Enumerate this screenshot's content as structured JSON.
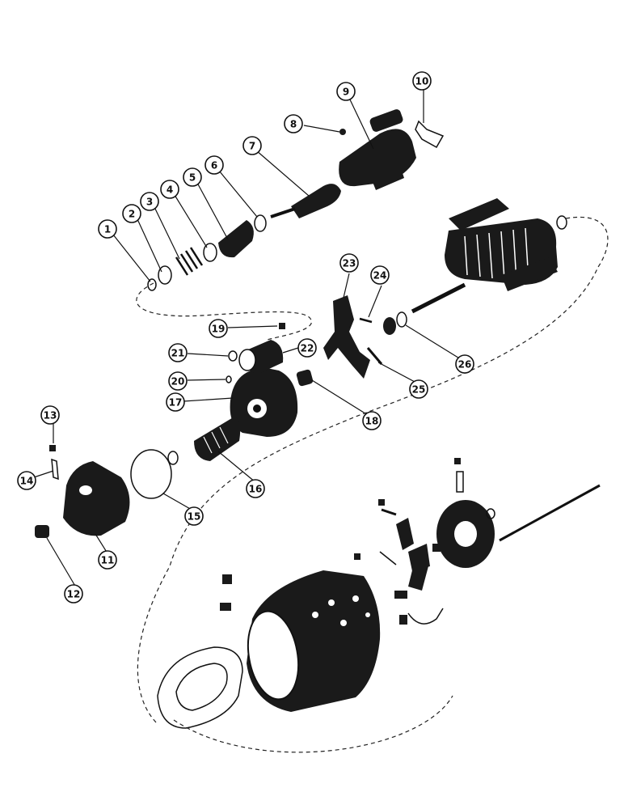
{
  "diagram": {
    "callouts": [
      {
        "id": "callout-1",
        "label": "1"
      },
      {
        "id": "callout-2",
        "label": "2"
      },
      {
        "id": "callout-3",
        "label": "3"
      },
      {
        "id": "callout-4",
        "label": "4"
      },
      {
        "id": "callout-5",
        "label": "5"
      },
      {
        "id": "callout-6",
        "label": "6"
      },
      {
        "id": "callout-7",
        "label": "7"
      },
      {
        "id": "callout-8",
        "label": "8"
      },
      {
        "id": "callout-9",
        "label": "9"
      },
      {
        "id": "callout-10",
        "label": "10"
      },
      {
        "id": "callout-11",
        "label": "11"
      },
      {
        "id": "callout-12",
        "label": "12"
      },
      {
        "id": "callout-13",
        "label": "13"
      },
      {
        "id": "callout-14",
        "label": "14"
      },
      {
        "id": "callout-15",
        "label": "15"
      },
      {
        "id": "callout-16",
        "label": "16"
      },
      {
        "id": "callout-17",
        "label": "17"
      },
      {
        "id": "callout-18",
        "label": "18"
      },
      {
        "id": "callout-19",
        "label": "19"
      },
      {
        "id": "callout-20",
        "label": "20"
      },
      {
        "id": "callout-21",
        "label": "21"
      },
      {
        "id": "callout-22",
        "label": "22"
      },
      {
        "id": "callout-23",
        "label": "23"
      },
      {
        "id": "callout-24",
        "label": "24"
      },
      {
        "id": "callout-25",
        "label": "25"
      },
      {
        "id": "callout-26",
        "label": "26"
      }
    ]
  }
}
